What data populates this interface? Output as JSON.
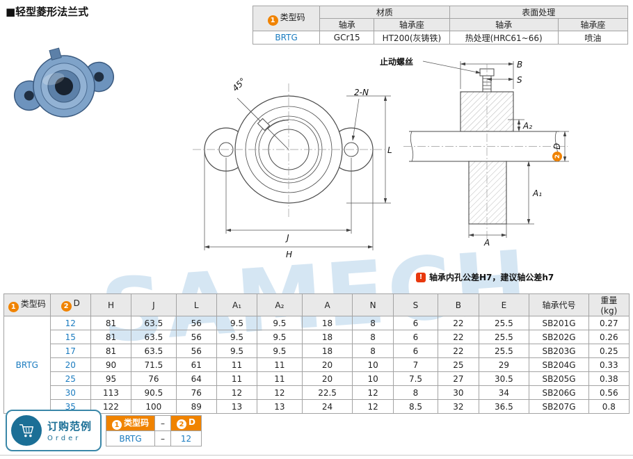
{
  "page": {
    "title": "■轻型菱形法兰式",
    "watermark": "SAMECH"
  },
  "material_table": {
    "circle1": "1",
    "col_type": "类型码",
    "col_material": "材质",
    "col_surface": "表面处理",
    "sub_bearing_m": "轴承",
    "sub_housing_m": "轴承座",
    "sub_bearing_s": "轴承",
    "sub_housing_s": "轴承座",
    "code": "BRTG",
    "bearing_material": "GCr15",
    "housing_material": "HT200(灰铸铁)",
    "bearing_surface": "热处理(HRC61~66)",
    "housing_surface": "喷油"
  },
  "drawings": {
    "front": {
      "angle": "45°",
      "holes": "2-N",
      "j": "J",
      "h": "H",
      "l": "L"
    },
    "side": {
      "set_screw": "止动螺丝",
      "b": "B",
      "s": "S",
      "a2": "A₂",
      "a1": "A₁",
      "a": "A",
      "circle2": "2",
      "d": "D"
    }
  },
  "note": {
    "icon": "!",
    "text": "轴承内孔公差H7，建议轴公差h7"
  },
  "spec_table": {
    "circle1": "1",
    "circle2": "2",
    "header": {
      "type_code": "类型码",
      "d": "D",
      "h": "H",
      "j": "J",
      "l": "L",
      "a1": "A₁",
      "a2": "A₂",
      "a": "A",
      "n": "N",
      "s": "S",
      "b": "B",
      "e": "E",
      "code": "轴承代号",
      "weight1": "重量",
      "weight2": "(kg)"
    },
    "type_code": "BRTG",
    "rows": [
      {
        "d": "12",
        "vals": [
          "81",
          "63.5",
          "56",
          "9.5",
          "9.5",
          "18",
          "8",
          "6",
          "22",
          "25.5",
          "SB201G",
          "0.27"
        ]
      },
      {
        "d": "15",
        "vals": [
          "81",
          "63.5",
          "56",
          "9.5",
          "9.5",
          "18",
          "8",
          "6",
          "22",
          "25.5",
          "SB202G",
          "0.26"
        ]
      },
      {
        "d": "17",
        "vals": [
          "81",
          "63.5",
          "56",
          "9.5",
          "9.5",
          "18",
          "8",
          "6",
          "22",
          "25.5",
          "SB203G",
          "0.25"
        ]
      },
      {
        "d": "20",
        "vals": [
          "90",
          "71.5",
          "61",
          "11",
          "11",
          "20",
          "10",
          "7",
          "25",
          "29",
          "SB204G",
          "0.33"
        ]
      },
      {
        "d": "25",
        "vals": [
          "95",
          "76",
          "64",
          "11",
          "11",
          "20",
          "10",
          "7.5",
          "27",
          "30.5",
          "SB205G",
          "0.38"
        ]
      },
      {
        "d": "30",
        "vals": [
          "113",
          "90.5",
          "76",
          "12",
          "12",
          "22.5",
          "12",
          "8",
          "30",
          "34",
          "SB206G",
          "0.56"
        ]
      },
      {
        "d": "35",
        "vals": [
          "122",
          "100",
          "89",
          "13",
          "13",
          "24",
          "12",
          "8.5",
          "32",
          "36.5",
          "SB207G",
          "0.8"
        ]
      }
    ]
  },
  "order": {
    "title": "订购范例",
    "subtitle": "Order",
    "circle1": "1",
    "circle2": "2",
    "col1": "类型码",
    "col2": "D",
    "dash_top": "–",
    "dash_bottom": "–",
    "val1": "BRTG",
    "val2": "12"
  }
}
